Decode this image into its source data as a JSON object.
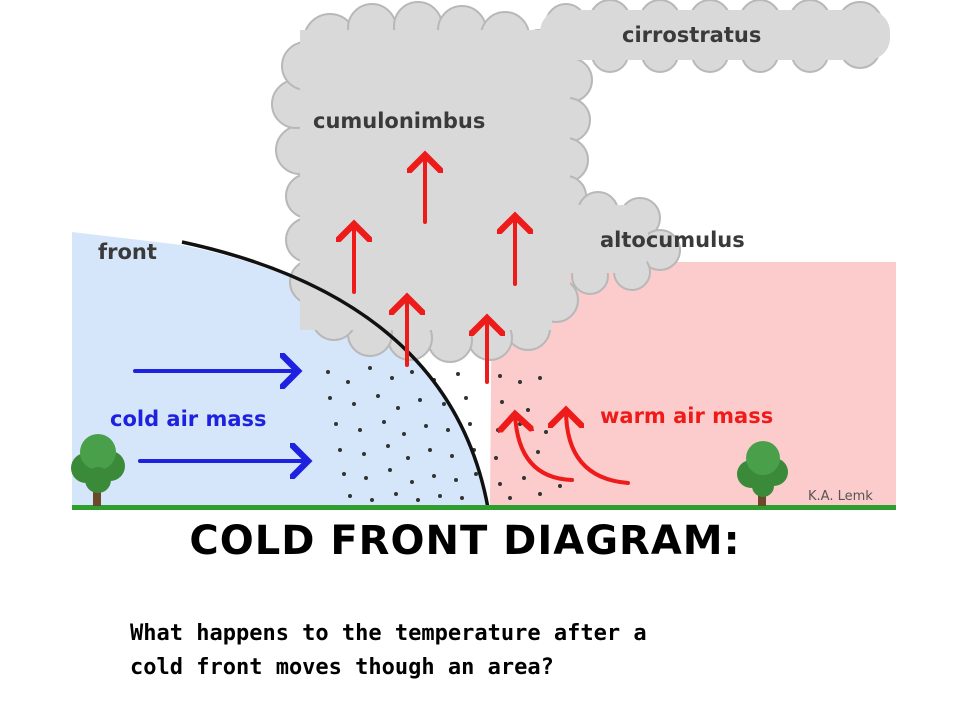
{
  "labels": {
    "cirrostratus": "cirrostratus",
    "cumulonimbus": "cumulonimbus",
    "altocumulus": "altocumulus",
    "front": "front",
    "cold_air_mass": "cold air mass",
    "warm_air_mass": "warm air mass",
    "credit": "K.A. Lemk"
  },
  "title": "COLD FRONT DIAGRAM:",
  "question_lines": [
    "What happens to the temperature after a",
    "cold front moves though an area?"
  ],
  "colors": {
    "cold_air": "#d6e6fa",
    "warm_air": "#fccccc",
    "cloud": "#d9d9d9",
    "cloud_outline": "#b8b8b8",
    "arrow_red": "#ee1b1b",
    "arrow_blue": "#1e22e0",
    "ground": "#2e9e2e",
    "front_line": "#111111"
  },
  "icons": [
    "tree-icon"
  ]
}
